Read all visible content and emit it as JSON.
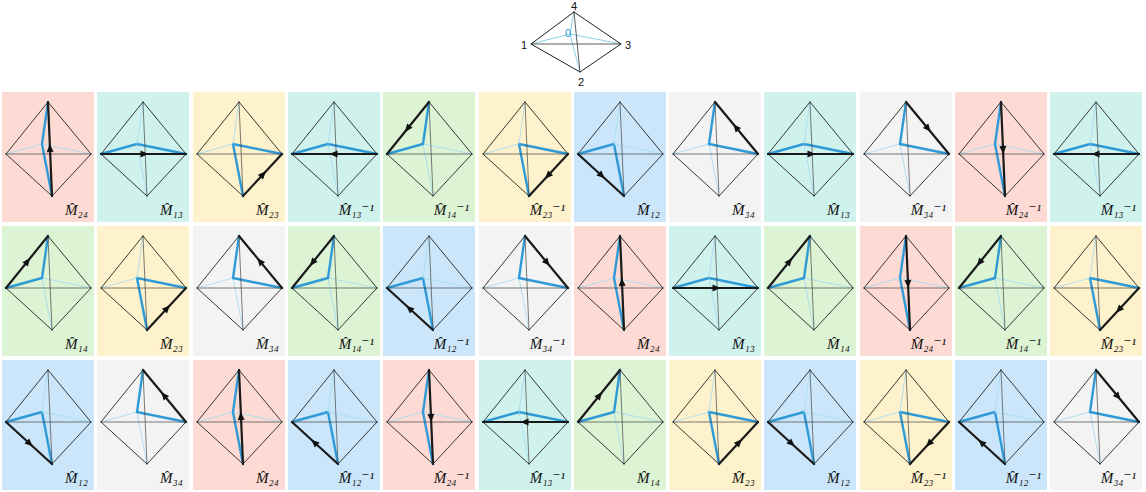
{
  "diagram": {
    "nodes": [
      {
        "text": [
          "M̂₂₄"
        ]
      },
      {
        "text": [
          "M̂₁₃"
        ]
      },
      {
        "text": [
          "M̂₂₃"
        ]
      },
      {
        "text": [
          "M̂₁₃⁻¹"
        ]
      },
      {
        "text": [
          "M̂₁₄⁻¹"
        ]
      },
      {
        "text": [
          "M̂₂₃⁻¹"
        ]
      },
      {
        "text": [
          "M̂₁₂"
        ]
      },
      {
        "text": [
          "M̂₃₄"
        ]
      },
      {
        "text": [
          "M̂₁₃"
        ]
      },
      {
        "text": [
          "M̂₃₄⁻¹"
        ]
      },
      {
        "text": [
          "M̂₂₄⁻¹"
        ]
      },
      {
        "text": [
          "M̂₁₃⁻¹"
        ]
      },
      {
        "text": [
          "M̂₁₄"
        ]
      },
      {
        "text": [
          "M̂₂₃"
        ]
      },
      {
        "text": [
          "M̂₃₄"
        ]
      },
      {
        "text": [
          "M̂₁₄⁻¹"
        ]
      },
      {
        "text": [
          "M̂₁₂⁻¹"
        ]
      },
      {
        "text": [
          "M̂₃₄⁻¹"
        ]
      },
      {
        "text": [
          "M̂₂₄"
        ]
      },
      {
        "text": [
          "M̂₁₃"
        ]
      },
      {
        "text": [
          "M̂₁₄"
        ]
      },
      {
        "text": [
          "M̂₂₄⁻¹"
        ]
      },
      {
        "text": [
          "M̂₁₄⁻¹"
        ]
      },
      {
        "text": [
          "M̂₂₃⁻¹"
        ]
      },
      {
        "text": [
          "M̂₁₂"
        ]
      },
      {
        "text": [
          "M̂₃₄"
        ]
      },
      {
        "text": [
          "M̂₂₄"
        ]
      },
      {
        "text": [
          "M̂₁₂⁻¹"
        ]
      },
      {
        "text": [
          "M̂₂₄⁻¹"
        ]
      },
      {
        "text": [
          "M̂₁₃⁻¹"
        ]
      },
      {
        "text": [
          "M̂₁₄"
        ]
      },
      {
        "text": [
          "M̂₂₃"
        ]
      },
      {
        "text": [
          "M̂₁₂"
        ]
      },
      {
        "text": [
          "M̂₂₃⁻¹"
        ]
      },
      {
        "text": [
          "M̂₁₂⁻¹"
        ]
      },
      {
        "text": [
          "M̂₃₄⁻¹"
        ]
      }
    ],
    "labels": [
      "4",
      "1",
      "0",
      "3",
      "2"
    ]
  }
}
